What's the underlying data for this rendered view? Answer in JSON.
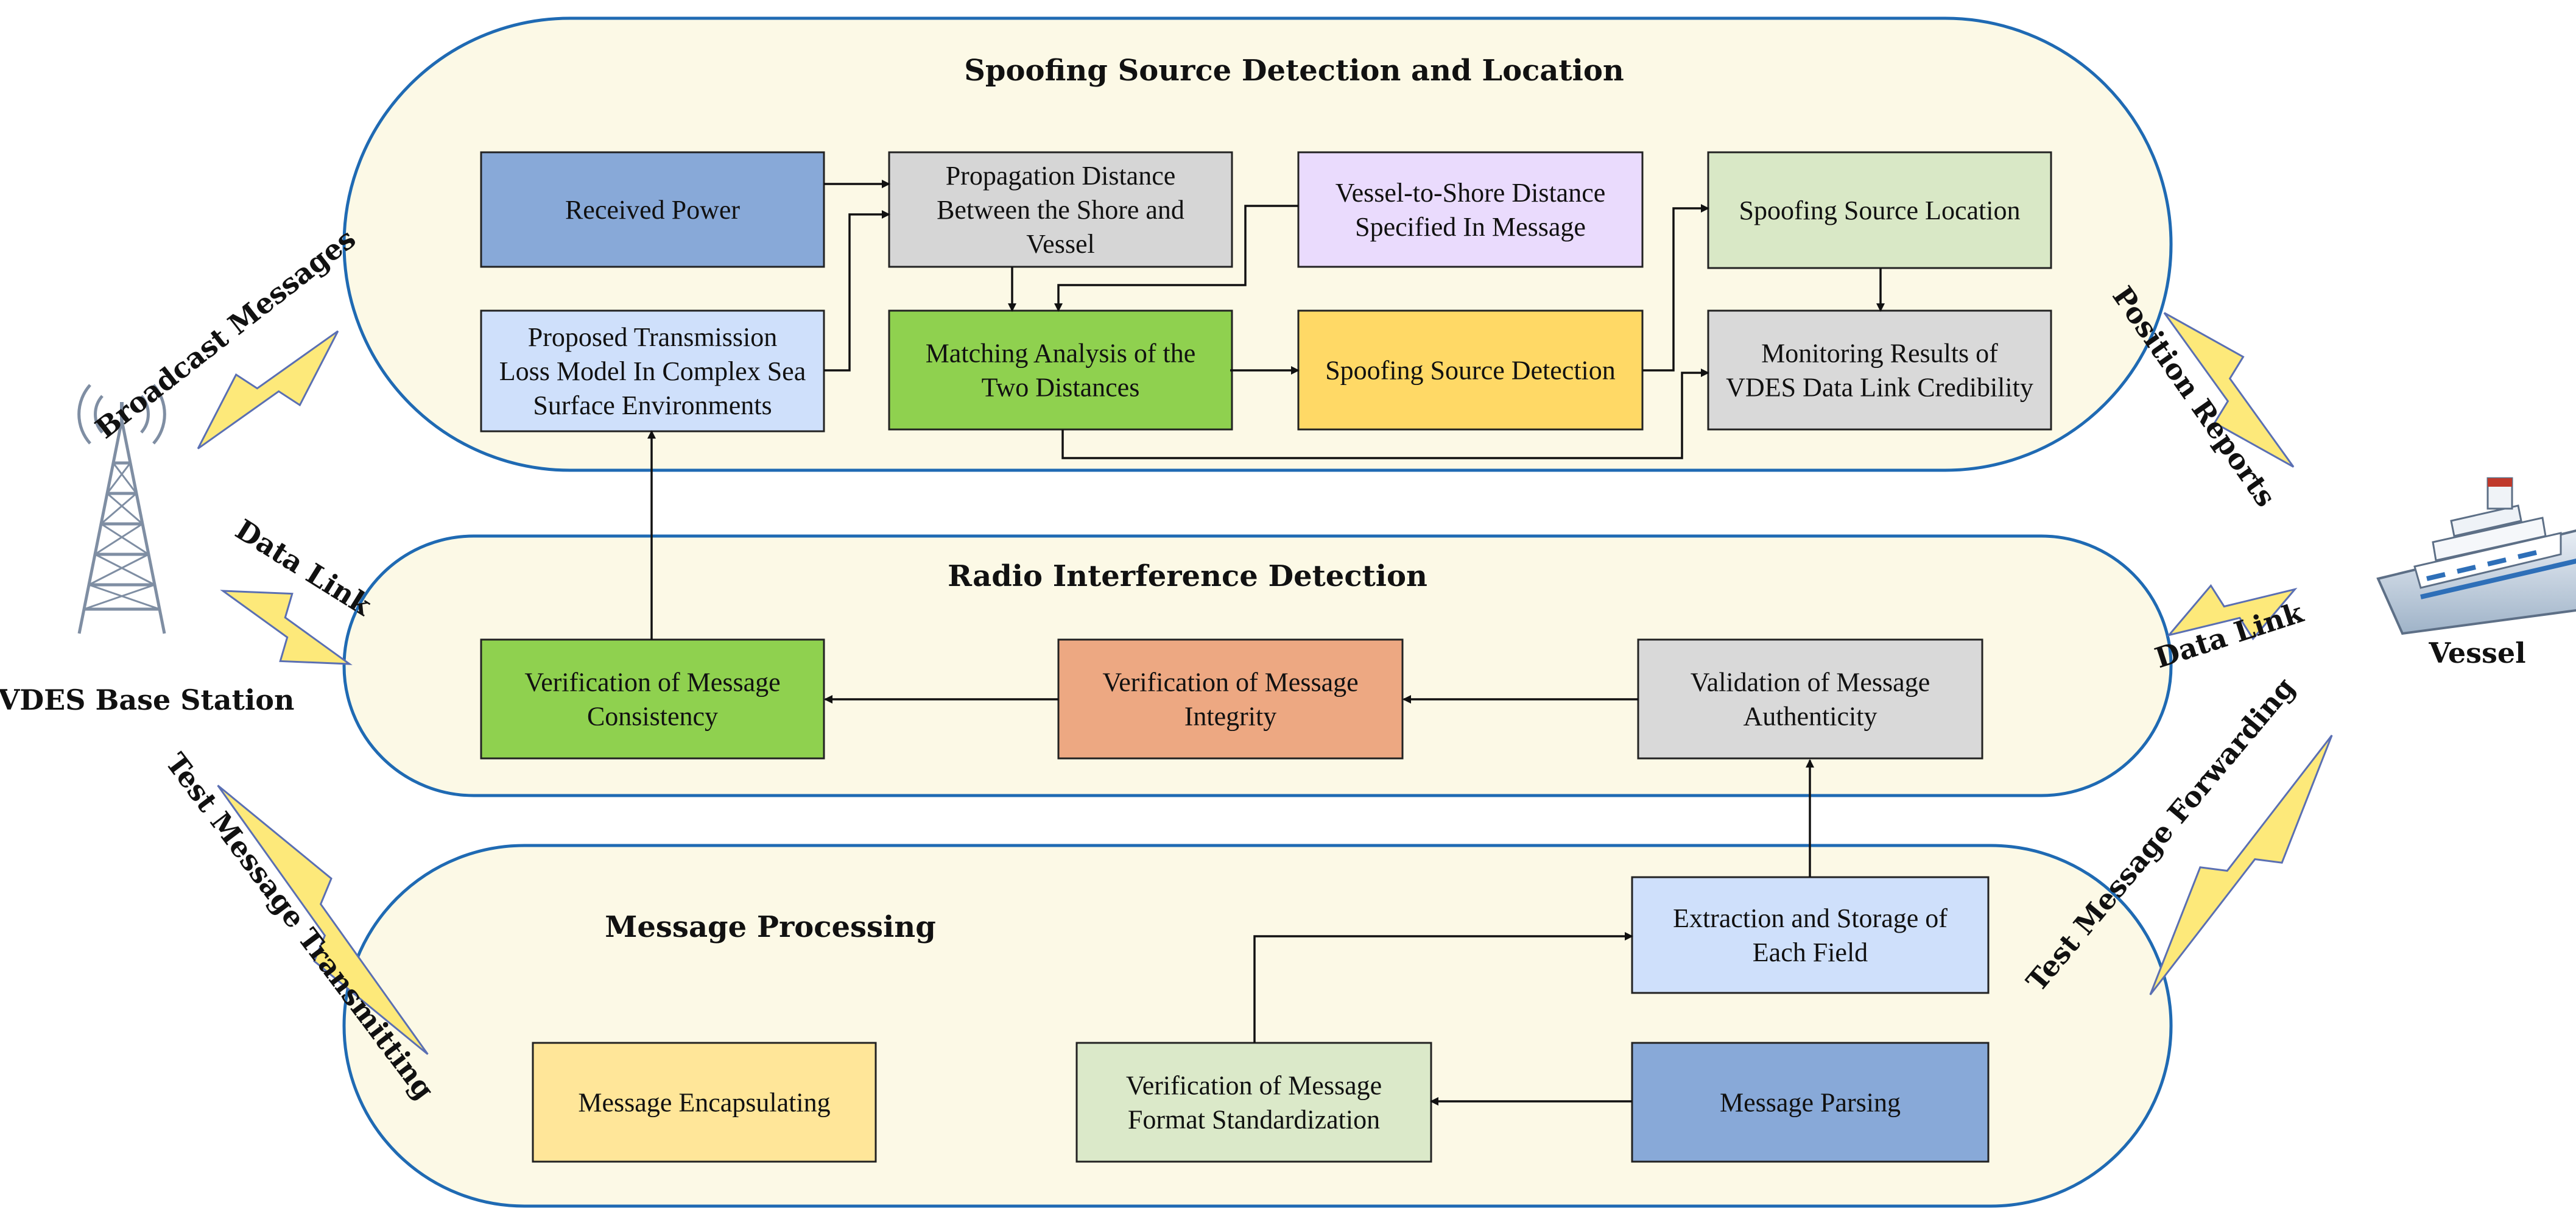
{
  "sections": {
    "spoofing": "Spoofing Source Detection and Location",
    "radio": "Radio Interference Detection",
    "processing": "Message Processing"
  },
  "boxes": {
    "received_power": [
      "Received Power"
    ],
    "propagation": [
      "Propagation Distance",
      "Between the Shore and",
      "Vessel"
    ],
    "vessel_shore": [
      "Vessel-to-Shore Distance",
      "Specified In Message"
    ],
    "spoof_location": [
      "Spoofing Source Location"
    ],
    "transmission_model": [
      "Proposed Transmission",
      "Loss Model In Complex Sea",
      "Surface Environments"
    ],
    "matching": [
      "Matching Analysis of the",
      "Two Distances"
    ],
    "spoof_detection": [
      "Spoofing Source Detection"
    ],
    "monitoring": [
      "Monitoring Results of",
      "VDES Data Link Credibility"
    ],
    "consistency": [
      "Verification of Message",
      "Consistency"
    ],
    "integrity": [
      "Verification of Message",
      "Integrity"
    ],
    "authenticity": [
      "Validation of Message",
      "Authenticity"
    ],
    "extraction": [
      "Extraction and Storage of",
      "Each Field"
    ],
    "encapsulating": [
      "Message Encapsulating"
    ],
    "format": [
      "Verification of Message",
      "Format Standardization"
    ],
    "parsing": [
      "Message Parsing"
    ]
  },
  "labels": {
    "base_station": "VDES Base Station",
    "vessel": "Vessel",
    "broadcast": "Broadcast Messages",
    "data_link_left": "Data Link",
    "test_tx": "Test Message Transmitting",
    "position_reports": "Position Reports",
    "data_link_right": "Data Link",
    "test_fwd": "Test Message Forwarding"
  },
  "colors": {
    "panel_fill": "#fcf9e6",
    "panel_border": "#1f6ab3",
    "received_power": "#88a9d8",
    "propagation": "#d6d6d6",
    "vessel_shore": "#eadbfd",
    "spoof_location": "#d9e8c6",
    "transmission_model": "#cfe0fb",
    "matching": "#8fd14f",
    "spoof_detection": "#ffd966",
    "monitoring": "#d9d9d9",
    "consistency": "#8fd14f",
    "integrity": "#eda882",
    "authenticity": "#d9d9d9",
    "extraction": "#cfe0fb",
    "encapsulating": "#ffe699",
    "format": "#dbe9c9",
    "parsing": "#88a9d8",
    "bolt": "#fde97a"
  },
  "icons": [
    "radio-tower-icon",
    "ship-icon",
    "lightning-bolt-icon"
  ]
}
